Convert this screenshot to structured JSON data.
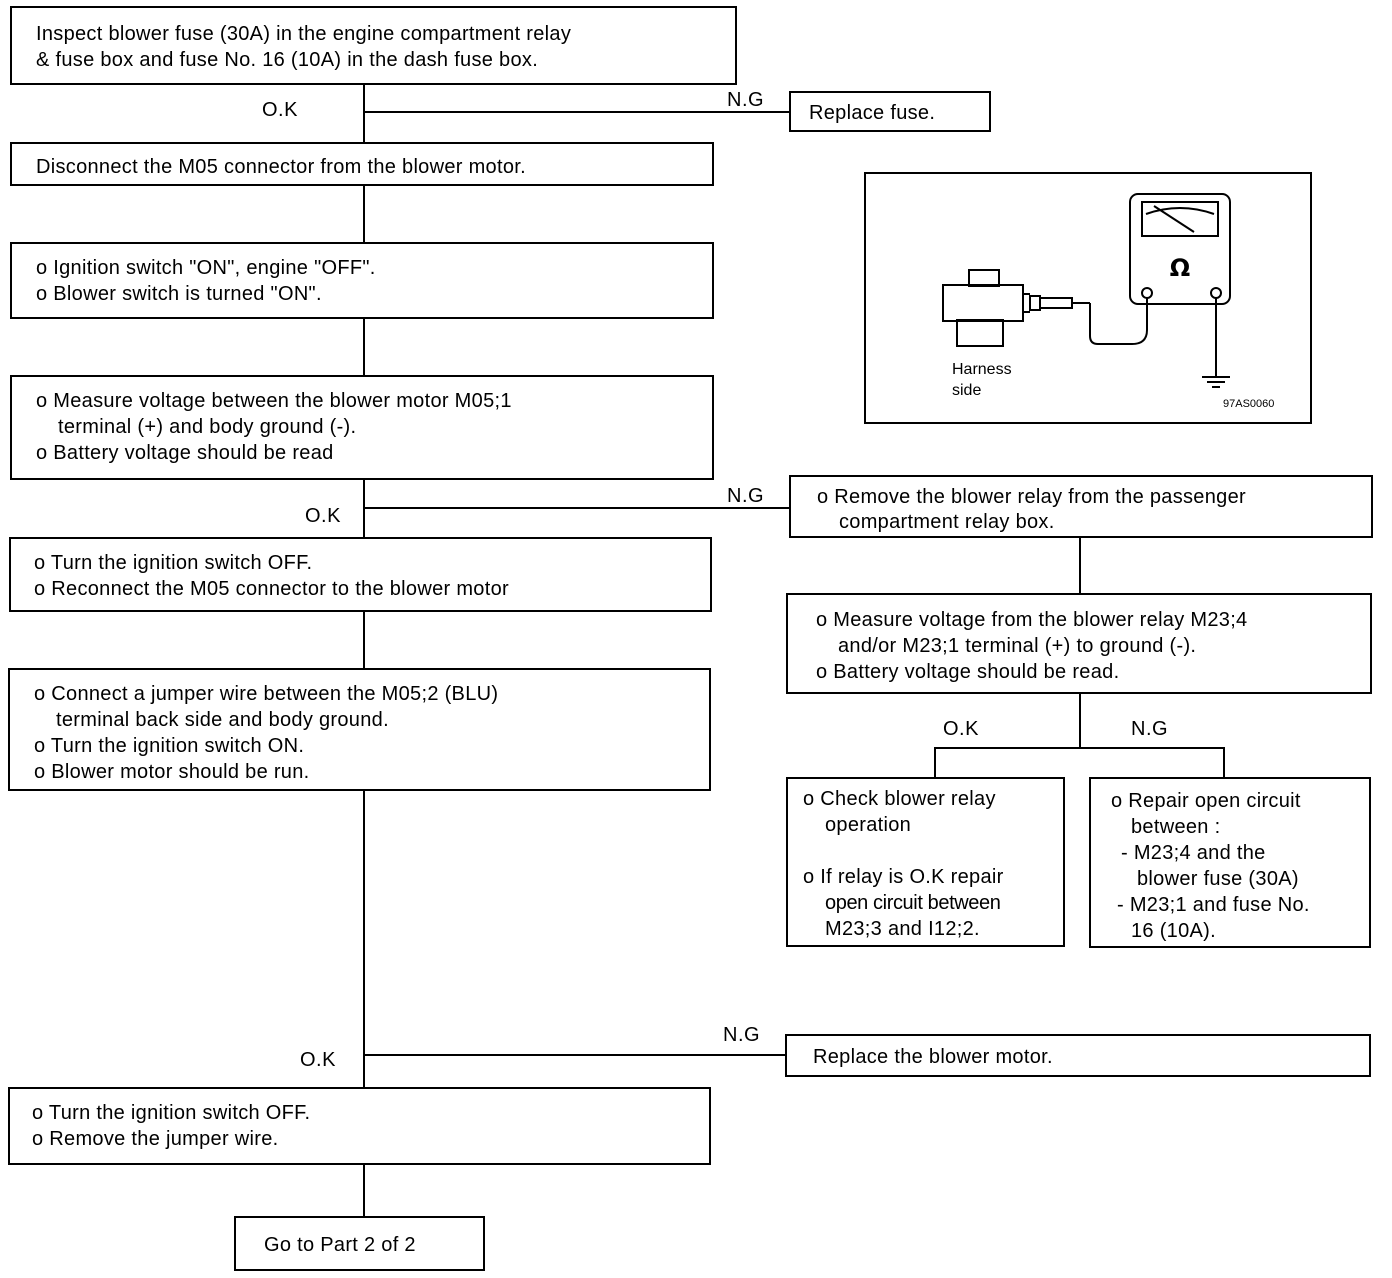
{
  "boxes": {
    "inspect_fuse": [
      "Inspect  blower fuse (30A) in the engine compartment relay",
      "& fuse box and fuse No. 16 (10A) in the dash fuse box."
    ],
    "replace_fuse": [
      "Replace fuse."
    ],
    "disconnect_m05": [
      "Disconnect the M05 connector from the blower motor."
    ],
    "ignition_on": [
      "o Ignition switch \"ON\", engine \"OFF\".",
      "o Blower switch is turned \"ON\"."
    ],
    "measure_m05": [
      "o Measure voltage between the blower motor M05;1",
      "terminal (+) and body ground (-).",
      "o Battery voltage should be read"
    ],
    "remove_relay": [
      "o Remove the blower relay from the passenger",
      "compartment relay box."
    ],
    "turn_off_reconnect": [
      "o Turn the ignition switch OFF.",
      "o Reconnect the M05 connector to the blower motor"
    ],
    "measure_relay": [
      "o Measure voltage from the blower relay M23;4",
      "and/or M23;1 terminal (+) to ground (-).",
      "o Battery voltage should be read."
    ],
    "jumper_test": [
      "o Connect a jumper wire between the M05;2 (BLU)",
      "terminal back side and body ground.",
      "o Turn the ignition switch ON.",
      "o Blower motor should be run."
    ],
    "check_relay": [
      "o Check blower relay",
      "operation",
      "o If relay is O.K repair",
      "open circuit between",
      "M23;3 and I12;2."
    ],
    "repair_open": [
      "o Repair open circuit",
      "between :",
      "- M23;4 and the",
      "blower fuse (30A)",
      "- M23;1 and fuse No.",
      "16 (10A)."
    ],
    "replace_motor": [
      "Replace the blower motor."
    ],
    "turn_off_remove": [
      "o Turn the ignition switch OFF.",
      "o Remove the jumper wire."
    ],
    "go_part2": [
      "Go to Part 2 of 2"
    ]
  },
  "labels": {
    "ok": "O.K",
    "ng": "N.G"
  },
  "figure": {
    "meter_symbol": "Ω",
    "harness_label": [
      "Harness",
      "side"
    ],
    "figure_code": "97AS0060",
    "meter_icon": "ohmmeter-icon",
    "ground_icon": "ground-symbol-icon",
    "connector_icon": "connector-icon"
  },
  "colors": {
    "ink": "#000000",
    "paper": "#ffffff"
  }
}
